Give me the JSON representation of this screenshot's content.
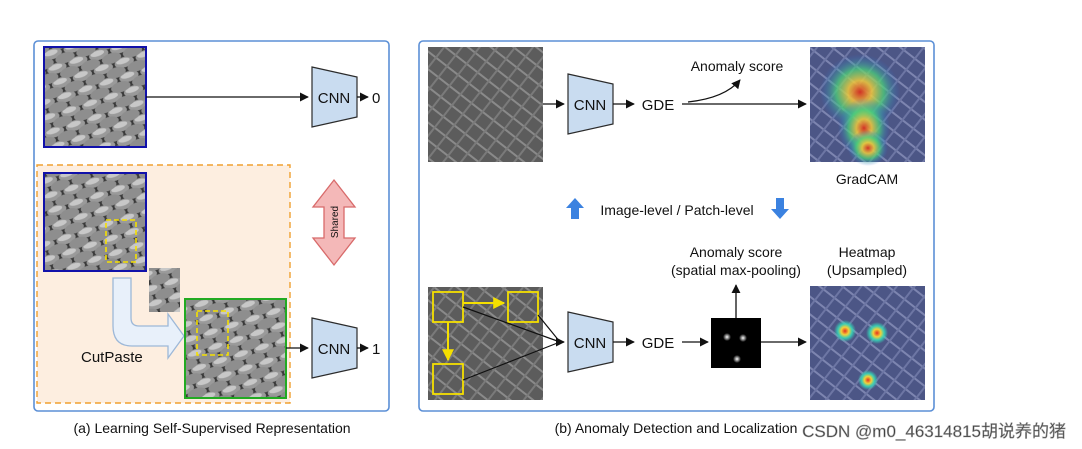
{
  "panel_a": {
    "caption": "(a) Learning Self-Supervised Representation",
    "cnn_top_label": "CNN",
    "output_top": "0",
    "cnn_bottom_label": "CNN",
    "output_bottom": "1",
    "shared_label": "Shared",
    "cutpaste_label": "CutPaste"
  },
  "panel_b": {
    "caption": "(b) Anomaly Detection and Localization",
    "cnn_top_label": "CNN",
    "gde_top_label": "GDE",
    "anomaly_score_top": "Anomaly score",
    "gradcam_label": "GradCAM",
    "level_label": "Image-level / Patch-level",
    "cnn_bottom_label": "CNN",
    "gde_bottom_label": "GDE",
    "anomaly_score_bottom_line1": "Anomaly score",
    "anomaly_score_bottom_line2": "(spatial max-pooling)",
    "heatmap_line1": "Heatmap",
    "heatmap_line2": "(Upsampled)"
  },
  "watermark": "CSDN @m0_46314815胡说养的猪",
  "colors": {
    "panel_border": "#5b8fd6",
    "cnn_fill": "#c9dcf0",
    "cnn_stroke": "#2b2b2b",
    "dashed_region_fill": "#fdeee0",
    "dashed_region_stroke": "#f0a030",
    "shared_arrow_fill": "#f4b8b8",
    "shared_arrow_stroke": "#d86a6a",
    "cutpaste_arrow_fill": "#e8f0fa",
    "cutpaste_arrow_stroke": "#9db8d8",
    "level_arrow": "#3b82e0",
    "yellow": "#f5e000",
    "green_border": "#22aa22",
    "blue_border": "#1111aa"
  }
}
